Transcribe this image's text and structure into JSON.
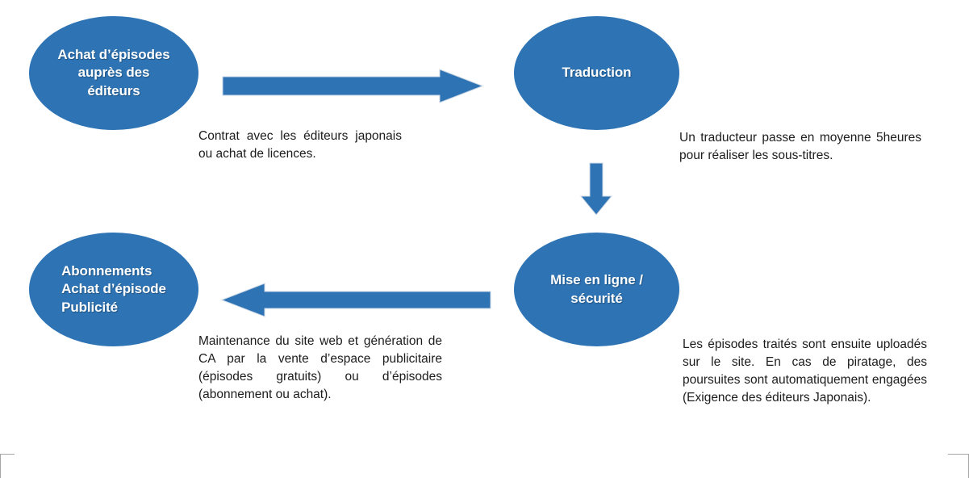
{
  "diagram": {
    "type": "cycle-flow",
    "accent_color": "#2E74B5",
    "text_color": "#1c1c1c",
    "node_label_color": "#FFFFFF",
    "background": "#FFFFFF",
    "nodes": [
      {
        "id": "achat",
        "label": "Achat d’épisodes\nauprès des\néditeurs",
        "caption": "Contrat avec les éditeurs japonais ou achat de licences."
      },
      {
        "id": "traduction",
        "label": "Traduction",
        "caption": "Un traducteur passe en moyenne 5heures pour réaliser les sous-titres."
      },
      {
        "id": "mise-en-ligne",
        "label": "Mise en ligne /\nsécurité",
        "caption": "Les épisodes traités sont ensuite uploadés sur le site. En cas de piratage, des poursuites sont automatiquement engagées (Exigence des éditeurs Japonais)."
      },
      {
        "id": "abonnements",
        "label": "Abonnements\nAchat d’épisode\nPublicité",
        "caption": "Maintenance du site web et génération de CA par la vente d’espace publicitaire (épisodes gratuits) ou d’épisodes (abonnement ou achat)."
      }
    ],
    "arrows": [
      {
        "id": "achat-to-traduction",
        "direction": "right",
        "from": "achat",
        "to": "traduction"
      },
      {
        "id": "traduction-to-mise",
        "direction": "down",
        "from": "traduction",
        "to": "mise-en-ligne"
      },
      {
        "id": "mise-to-abonnements",
        "direction": "left",
        "from": "mise-en-ligne",
        "to": "abonnements"
      }
    ]
  }
}
